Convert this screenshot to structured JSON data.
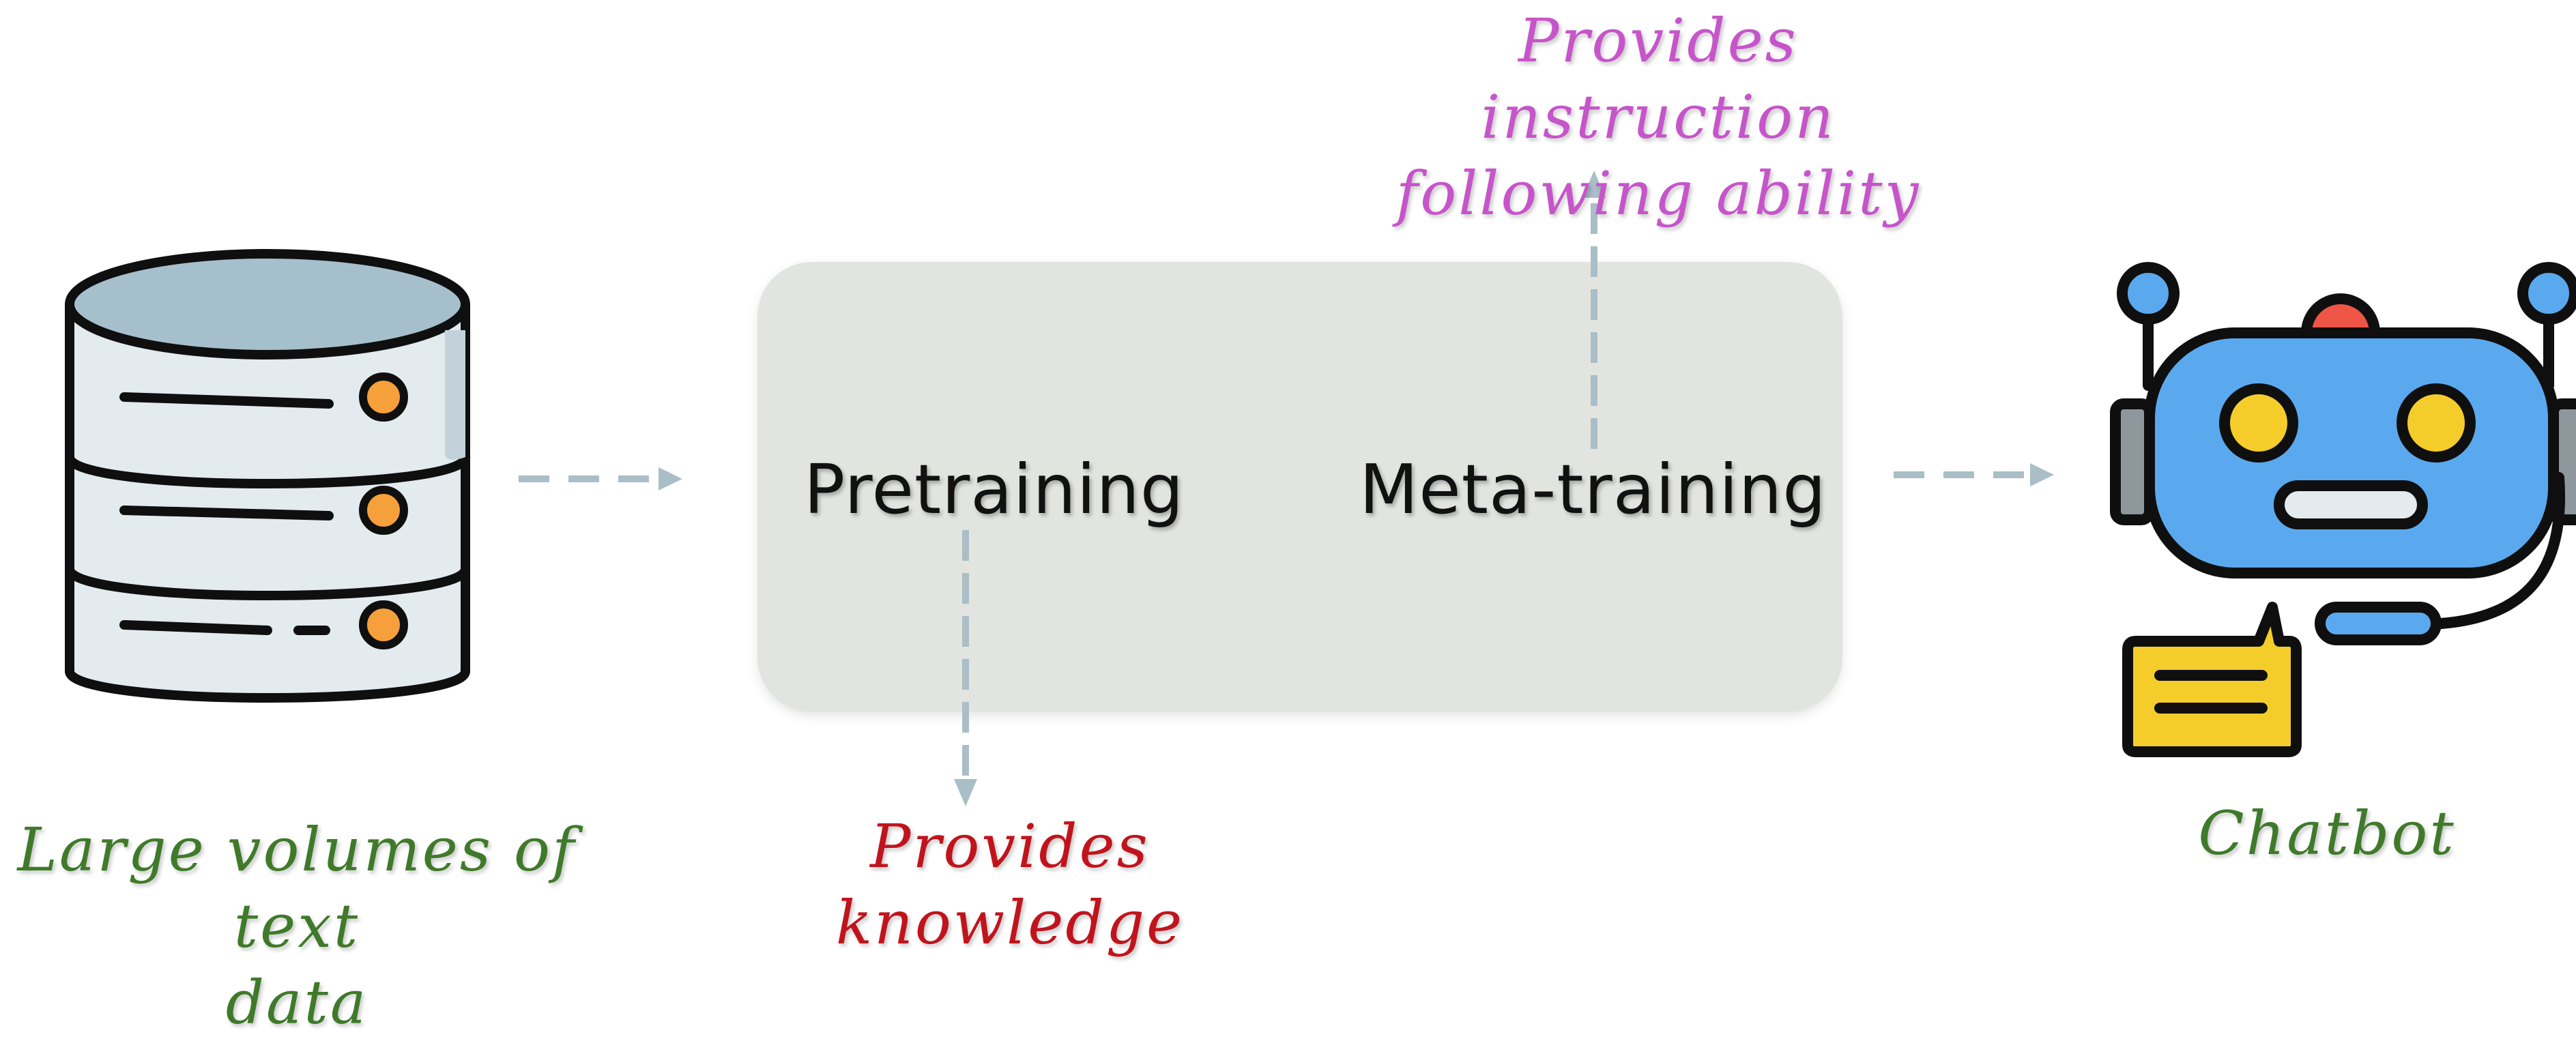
{
  "source": {
    "icon": "database-icon",
    "caption": "Large volumes of text\ndata",
    "caption_color": "#3f7a2a"
  },
  "stages": {
    "pretraining": {
      "label": "Pretraining",
      "output": "Provides knowledge",
      "output_color": "#c0141d"
    },
    "meta_training": {
      "label": "Meta-training",
      "output": "Provides instruction\nfollowing ability",
      "output_color": "#c655c9"
    }
  },
  "target": {
    "icon": "robot-icon",
    "caption": "Chatbot",
    "caption_color": "#3f7a2a"
  },
  "colors": {
    "box": "#e2e5df",
    "arrow": "#a9bec7"
  }
}
